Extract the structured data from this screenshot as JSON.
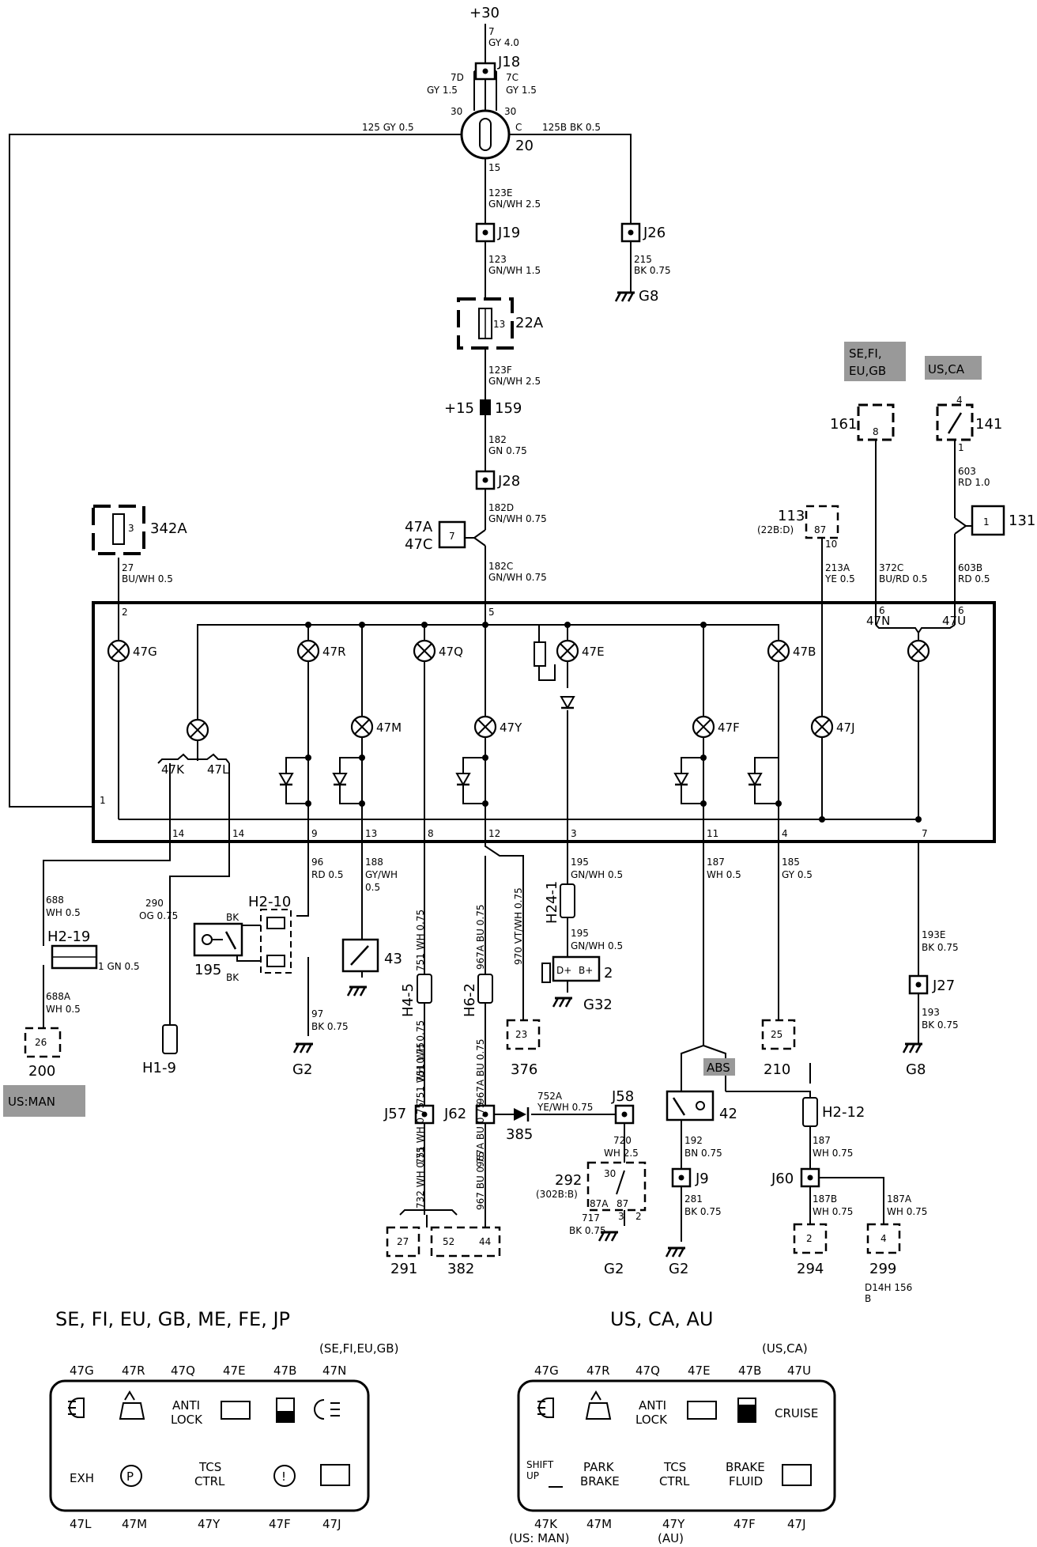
{
  "supply": "+30",
  "wires": {
    "w7": [
      "7",
      "GY 4.0"
    ],
    "w7d": [
      "7D",
      "GY 1.5"
    ],
    "w7c": [
      "7C",
      "GY 1.5"
    ],
    "w125": "125 GY 0.5",
    "w125b": "125B BK 0.5",
    "w123e": [
      "123E",
      "GN/WH 2.5"
    ],
    "w123": [
      "123",
      "GN/WH 1.5"
    ],
    "w215": [
      "215",
      "BK 0.75"
    ],
    "w123f": [
      "123F",
      "GN/WH 2.5"
    ],
    "w182": [
      "182",
      "GN 0.75"
    ],
    "w182d": [
      "182D",
      "GN/WH 0.75"
    ],
    "w182c": [
      "182C",
      "GN/WH 0.75"
    ],
    "w27": [
      "27",
      "BU/WH 0.5"
    ],
    "w213a": [
      "213A",
      "YE 0.5"
    ],
    "w372c": [
      "372C",
      "BU/RD 0.5"
    ],
    "w603b": [
      "603B",
      "RD 0.5"
    ],
    "w603": [
      "603",
      "RD 1.0"
    ],
    "w688": [
      "688",
      "WH 0.5"
    ],
    "w290": [
      "290",
      "OG 0.75"
    ],
    "w96": [
      "96",
      "RD 0.5"
    ],
    "w188": [
      "188",
      "GY/WH",
      "0.5"
    ],
    "w751a": "751 WH 0.75",
    "w967a_a": "967A BU 0.75",
    "w970": "970 VT/WH 0.75",
    "w195a": [
      "195",
      "GN/WH 0.5"
    ],
    "w195b": [
      "195",
      "GN/WH 0.5"
    ],
    "w187": [
      "187",
      "WH 0.5"
    ],
    "w185": [
      "185",
      "GY 0.5"
    ],
    "w193e": [
      "193E",
      "BK 0.75"
    ],
    "w193": [
      "193",
      "BK 0.75"
    ],
    "w688a": [
      "688A",
      "WH 0.5"
    ],
    "w_1gn": "1 GN 0.5",
    "w97": [
      "97",
      "BK 0.75"
    ],
    "w751b": "751 WH 0.75",
    "w751c": "751 WH 0.75",
    "w751d": "751 WH 0.75",
    "w967a_b": "967A BU 0.75",
    "w967a_c": "967A BU 0.75",
    "w752a": [
      "752A",
      "YE/WH 0.75"
    ],
    "w720": [
      "720",
      "WH 2.5"
    ],
    "w717": [
      "717",
      "BK 0.75"
    ],
    "w192": [
      "192",
      "BN 0.75"
    ],
    "w281": [
      "281",
      "BK 0.75"
    ],
    "w187b": [
      "187",
      "WH 0.75"
    ],
    "w187b2": [
      "187B",
      "WH 0.75"
    ],
    "w187a": [
      "187A",
      "WH 0.75"
    ],
    "w732": "732 WH 0.75",
    "w967": "967 BU 0.75"
  },
  "components": {
    "j18": "J18",
    "c20": "20",
    "j19": "J19",
    "j26": "J26",
    "g8a": "G8",
    "f22a": "22A",
    "f22a_pin": "13",
    "p15": "+15",
    "c159": "159",
    "j28": "J28",
    "c47a": "47A",
    "c47c": "47C",
    "c47_pin": "7",
    "f342a": "342A",
    "f342a_pin": "3",
    "c113": "113",
    "c113_sub": "(22B:D)",
    "c113_pin": "87",
    "c161": "161",
    "c161_pin": "8",
    "c141": "141",
    "c141_pin": "4",
    "c141_pin2": "1",
    "c131": "131",
    "c131_pin": "1",
    "tag_se": [
      "SE,FI,",
      "EU,GB"
    ],
    "tag_us": "US,CA",
    "h2_10": "H2-10",
    "c195": "195",
    "bk1": "BK",
    "bk2": "BK",
    "h2_19": "H2-19",
    "c200": "200",
    "c200_pin": "26",
    "tag_usman": "US:MAN",
    "h1_9": "H1-9",
    "g2a": "G2",
    "c43": "43",
    "h4_5": "H4-5",
    "h6_2": "H6-2",
    "h24_1": "H24-1",
    "c2": "2",
    "c2_dp": "D+",
    "c2_bp": "B+",
    "g32": "G32",
    "c376": "376",
    "c376_pin": "23",
    "c210": "210",
    "c210_pin": "25",
    "j27": "J27",
    "g8b": "G8",
    "j57": "J57",
    "j62": "J62",
    "c385": "385",
    "j58": "J58",
    "c292": "292",
    "c292_sub": "(302B:B)",
    "c292_pins": [
      "30",
      "87A",
      "87",
      "3",
      "2"
    ],
    "g2b": "G2",
    "c42": "42",
    "j9": "J9",
    "g2c": "G2",
    "tag_abs": "ABS",
    "h2_12": "H2-12",
    "j60": "J60",
    "c291": "291",
    "c291_pin": "27",
    "c382": "382",
    "c382_pins": [
      "52",
      "44"
    ],
    "c294": "294",
    "c294_pin": "2",
    "c299": "299",
    "c299_pin": "4",
    "drawing_ref": [
      "D14H 156",
      "B"
    ]
  },
  "cluster": {
    "lamps": [
      "47G",
      "47R",
      "47Q",
      "47E",
      "47B",
      "47Y",
      "47M",
      "47F",
      "47J"
    ],
    "lamp_labels": {
      "47g": "47G",
      "47r": "47R",
      "47q": "47Q",
      "47e": "47E",
      "47b": "47B",
      "47m": "47M",
      "47y": "47Y",
      "47f": "47F",
      "47j": "47J"
    },
    "group_left": [
      "47K",
      "47L"
    ],
    "group_right": [
      "47N",
      "47U"
    ],
    "pins_top": {
      "p2": "2",
      "p5": "5",
      "p10": "10",
      "p6a": "6",
      "p6b": "6"
    },
    "pins_bottom": {
      "p14a": "14",
      "p14b": "14",
      "p9": "9",
      "p13": "13",
      "p8": "8",
      "p12": "12",
      "p3": "3",
      "p11": "11",
      "p4": "4",
      "p7": "7",
      "p1": "1"
    },
    "pin15": "15",
    "pinC": "C",
    "pin30a": "30",
    "pin30b": "30"
  },
  "legend_left": {
    "title": "SE, FI, EU, GB, ME, FE, JP",
    "subtitle": "(SE,FI,EU,GB)",
    "top_labels": [
      "47G",
      "47R",
      "47Q",
      "47E",
      "47B",
      "47N"
    ],
    "bottom_labels": [
      "47L",
      "47M",
      "47Y",
      "47F",
      "47J"
    ],
    "anti": "ANTI",
    "lock": "LOCK",
    "exh": "EXH",
    "tcs": "TCS",
    "ctrl": "CTRL"
  },
  "legend_right": {
    "title": "US, CA, AU",
    "subtitle": "(US,CA)",
    "top_labels": [
      "47G",
      "47R",
      "47Q",
      "47E",
      "47B",
      "47U"
    ],
    "bottom_labels": [
      "47K",
      "47M",
      "47Y",
      "47F",
      "47J"
    ],
    "bottom_sub": [
      "(US: MAN)",
      "(AU)"
    ],
    "anti": "ANTI",
    "lock": "LOCK",
    "cruise": "CRUISE",
    "shift": "SHIFT",
    "up": "UP",
    "park": "PARK",
    "brake": "BRAKE",
    "tcs": "TCS",
    "ctrl": "CTRL",
    "brake2": "BRAKE",
    "fluid": "FLUID"
  }
}
